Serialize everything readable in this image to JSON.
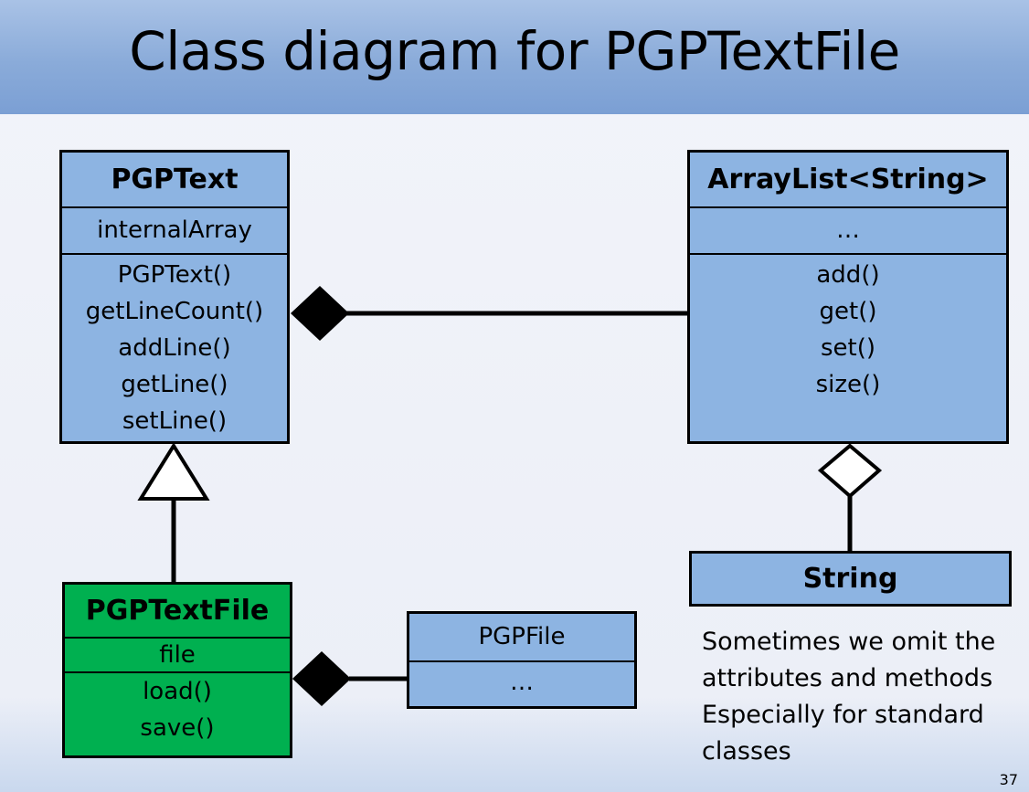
{
  "slide": {
    "title": "Class diagram for PGPTextFile",
    "page_number": "37"
  },
  "classes": {
    "pgptext": {
      "name": "PGPText",
      "attributes": [
        "internalArray"
      ],
      "methods": [
        "PGPText()",
        "getLineCount()",
        "addLine()",
        "getLine()",
        "setLine()"
      ]
    },
    "arraylist": {
      "name": "ArrayList<String>",
      "attributes": [
        "…"
      ],
      "methods": [
        "add()",
        "get()",
        "set()",
        "size()"
      ]
    },
    "string": {
      "name": "String"
    },
    "pgptextfile": {
      "name": "PGPTextFile",
      "attributes": [
        "file"
      ],
      "methods": [
        "load()",
        "save()"
      ]
    },
    "pgpfile": {
      "name": "PGPFile",
      "attributes": [
        "…"
      ]
    }
  },
  "note": {
    "lines": [
      "Sometimes we omit the",
      "attributes and methods",
      "Especially for standard",
      "classes"
    ]
  },
  "colors": {
    "class_fill": "#8db4e2",
    "highlight_fill": "#00b050",
    "title_bar": "#8aabd9"
  }
}
